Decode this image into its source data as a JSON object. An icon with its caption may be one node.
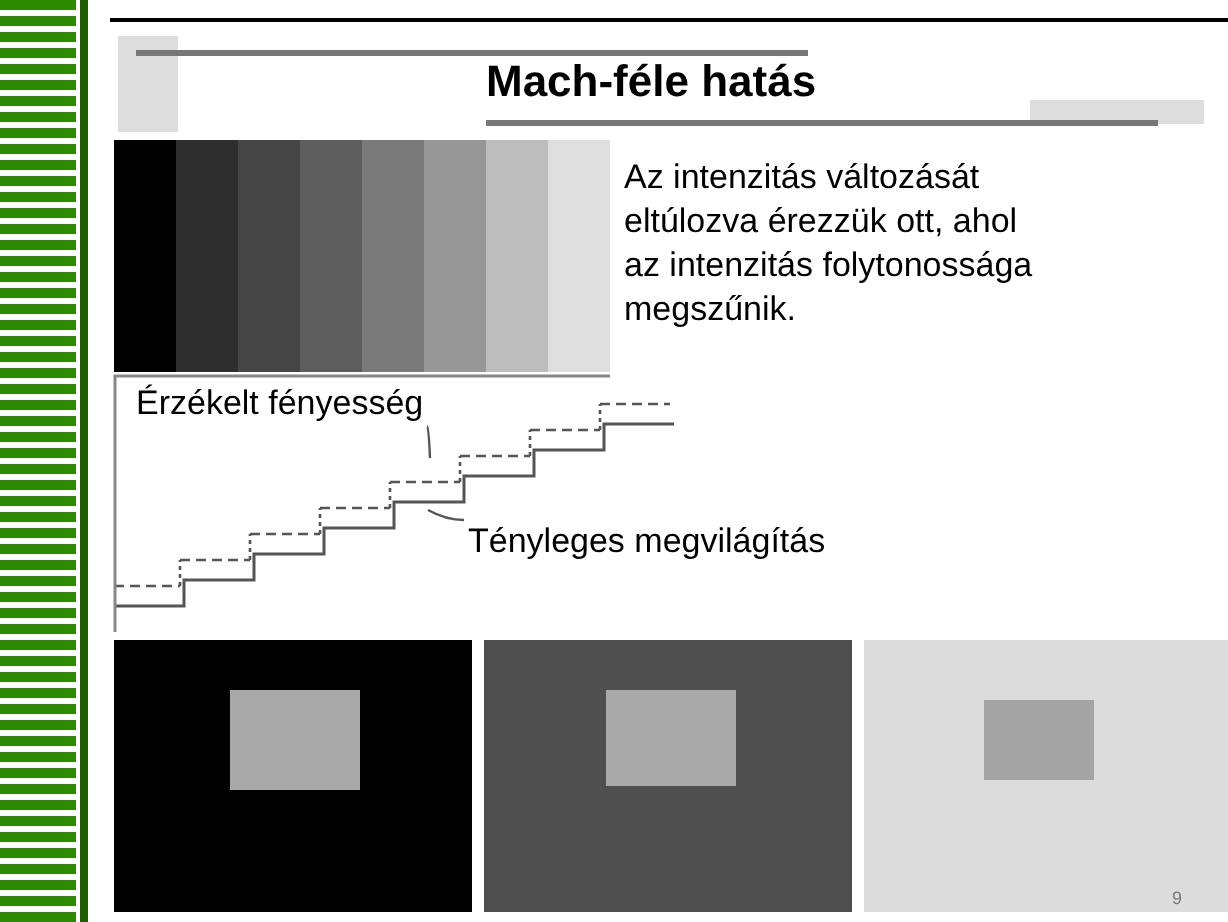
{
  "diagram": {
    "title": "Mach-féle hatás",
    "nodes": [
      {
        "text": [
          "Érzékelt fényesség"
        ]
      },
      {
        "text": [
          "Tényleges megvilágítás"
        ]
      }
    ],
    "edges": [
      {
        "from": 0,
        "to": null,
        "arrow": "none"
      },
      {
        "from": 1,
        "to": null,
        "arrow": "none"
      }
    ],
    "labels": [
      "Az intenzitás változását eltúlozva érezzük ott, ahol az intenzitás folytonossága megszűnik.",
      "9"
    ]
  }
}
